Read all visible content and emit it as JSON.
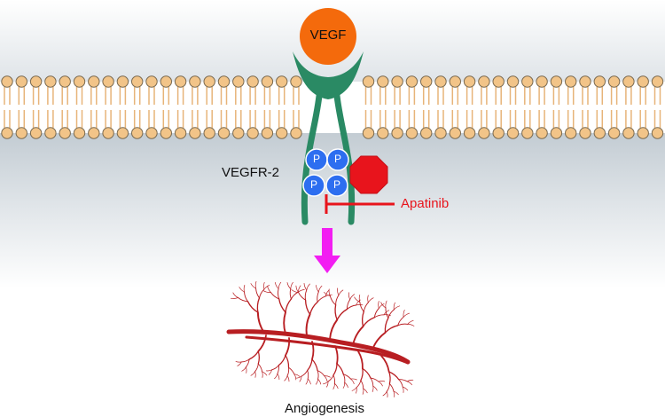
{
  "ligand": {
    "label": "VEGF",
    "color": "#f46a0c"
  },
  "receptor": {
    "label": "VEGFR-2",
    "color": "#2a8a64"
  },
  "phospho": {
    "letters": [
      "P",
      "P",
      "P",
      "P"
    ],
    "color": "#2d6ef0"
  },
  "drug": {
    "label": "Apatinib",
    "color": "#e8141c"
  },
  "signal_arrow": {
    "color": "#f21ef2"
  },
  "outcome": {
    "label": "Angiogenesis",
    "color": "#b81e22"
  },
  "membrane": {
    "head_color": "#f2c488",
    "tail_color": "#e7b479"
  }
}
